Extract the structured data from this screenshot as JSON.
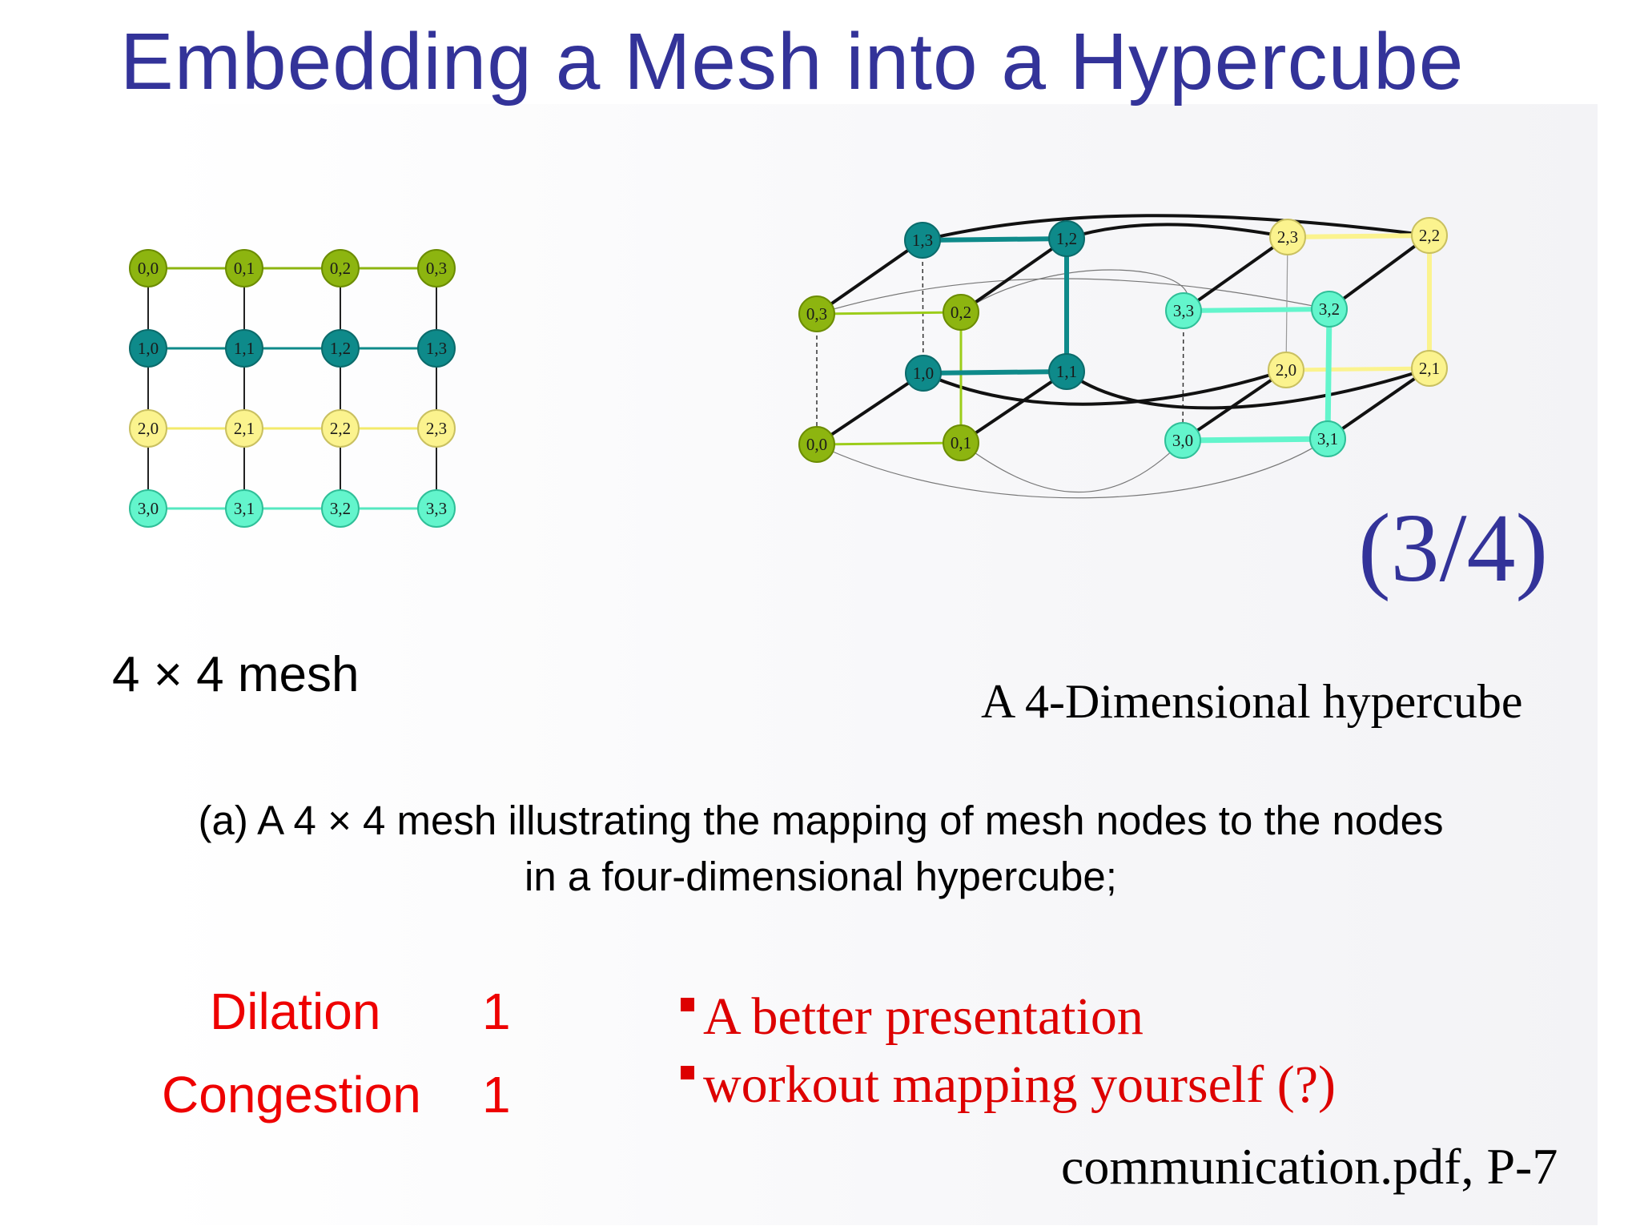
{
  "title": "Embedding a Mesh into a Hypercube",
  "colors": {
    "title": "#333399",
    "row0": "#8db510",
    "row1": "#0e8a8a",
    "row2": "#fbf38e",
    "row3": "#63f5cc",
    "accent_red": "#ee0000"
  },
  "mesh": {
    "rows": [
      [
        "0,0",
        "0,1",
        "0,2",
        "0,3"
      ],
      [
        "1,0",
        "1,1",
        "1,2",
        "1,3"
      ],
      [
        "2,0",
        "2,1",
        "2,2",
        "2,3"
      ],
      [
        "3,0",
        "3,1",
        "3,2",
        "3,3"
      ]
    ],
    "caption": "4 × 4 mesh"
  },
  "hypercube": {
    "nodes": [
      "1,3",
      "1,2",
      "2,3",
      "2,2",
      "0,3",
      "0,2",
      "3,3",
      "3,2",
      "1,0",
      "1,1",
      "2,0",
      "2,1",
      "0,0",
      "0,1",
      "3,0",
      "3,1"
    ],
    "caption": "A 4-Dimensional hypercube"
  },
  "page_label": "(3/4)",
  "figure_caption": {
    "line1": "(a) A 4 × 4 mesh illustrating the mapping of mesh nodes to the nodes",
    "line2": "in a four-dimensional hypercube;"
  },
  "metrics": [
    {
      "label": "Dilation",
      "value": "1"
    },
    {
      "label": "Congestion",
      "value": "1"
    }
  ],
  "bullets": [
    "A better presentation",
    "workout mapping yourself (?)"
  ],
  "source": "communication.pdf, P-7"
}
